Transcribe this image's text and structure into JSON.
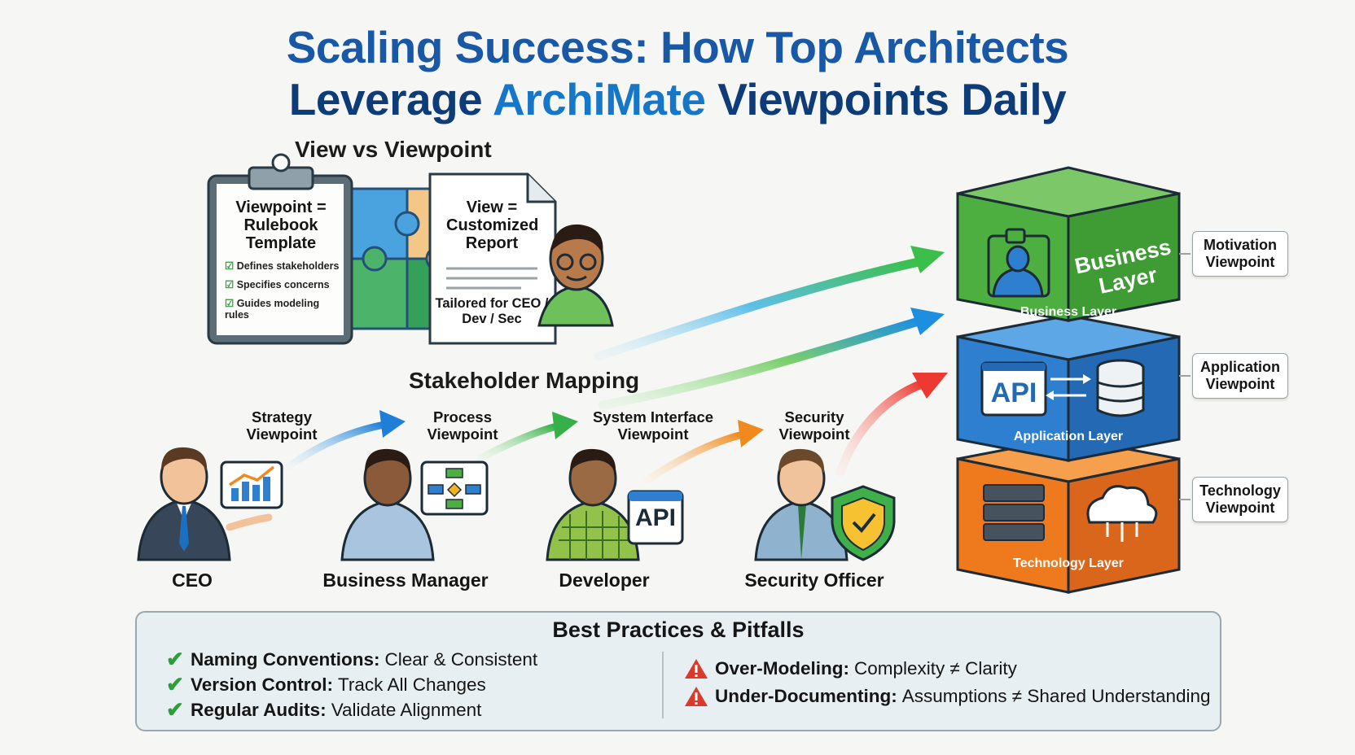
{
  "title": {
    "line1_a": "Scaling Success: How Top Architects",
    "line2_a": "Leverage ",
    "line2_b": "ArchiMate",
    "line2_c": " Viewpoints Daily"
  },
  "view_vs_viewpoint": {
    "heading": "View vs Viewpoint",
    "clipboard": {
      "title": "Viewpoint = Rulebook Template",
      "checks": [
        "Defines stakeholders",
        "Specifies concerns",
        "Guides modeling rules"
      ]
    },
    "document": {
      "title": "View = Customized Report",
      "subtitle": "Tailored for CEO / Dev / Sec"
    }
  },
  "stakeholder_mapping": {
    "heading": "Stakeholder Mapping",
    "roles": [
      {
        "name": "CEO",
        "viewpoint": "Strategy Viewpoint"
      },
      {
        "name": "Business Manager",
        "viewpoint": "Process Viewpoint"
      },
      {
        "name": "Developer",
        "viewpoint": "System Interface Viewpoint",
        "badge": "API"
      },
      {
        "name": "Security Officer",
        "viewpoint": "Security Viewpoint"
      }
    ]
  },
  "layers": [
    {
      "face_text": "Business Layer",
      "label": "Business Layer",
      "callout": "Motivation Viewpoint",
      "color": "#4caf3f"
    },
    {
      "face_text": "API",
      "label": "Application Layer",
      "callout": "Application Viewpoint",
      "color": "#2f7fd0"
    },
    {
      "face_text": "",
      "label": "Technology Layer",
      "callout": "Technology Viewpoint",
      "color": "#ef7a1e"
    }
  ],
  "best_practices": {
    "heading": "Best Practices & Pitfalls",
    "practices": [
      {
        "term": "Naming Conventions:",
        "text": "Clear & Consistent"
      },
      {
        "term": "Version Control:",
        "text": "Track All Changes"
      },
      {
        "term": "Regular Audits:",
        "text": "Validate Alignment"
      }
    ],
    "pitfalls": [
      {
        "term": "Over-Modeling:",
        "text": "Complexity ≠ Clarity"
      },
      {
        "term": "Under-Documenting:",
        "text": "Assumptions ≠ Shared Understanding"
      }
    ]
  },
  "colors": {
    "title_dark": "#0e3c78",
    "title_accent": "#1676c8",
    "business": "#4caf3f",
    "application": "#2f7fd0",
    "technology": "#ef7a1e",
    "check": "#2e9e3a",
    "warning": "#d93a2b"
  }
}
